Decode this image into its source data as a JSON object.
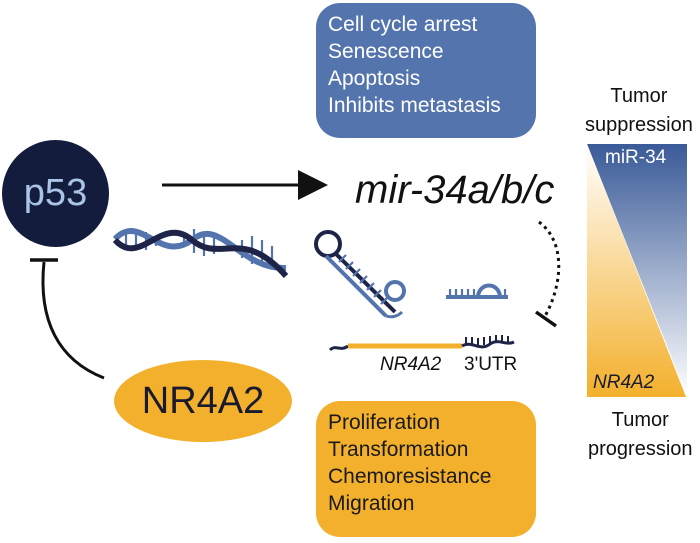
{
  "nodes": {
    "p53": "p53",
    "nr4a2": "NR4A2",
    "mirna": "mir-34a/b/c"
  },
  "suppressive_effects": [
    "Cell cycle arrest",
    "Senescence",
    "Apoptosis",
    "Inhibits metastasis"
  ],
  "oncogenic_effects": [
    "Proliferation",
    "Transformation",
    "Chemoresistance",
    "Migration"
  ],
  "target_mrna": {
    "gene": "NR4A2",
    "region": "3'UTR"
  },
  "gradient": {
    "top_caption": [
      "Tumor",
      "suppression"
    ],
    "bottom_caption": [
      "Tumor",
      "progression"
    ],
    "top_label": "miR-34",
    "bottom_label": "NR4A2"
  },
  "colors": {
    "p53_fill": "#141c3d",
    "p53_text": "#a9c4e6",
    "nr4a2_fill": "#f3b02c",
    "suppression_box": "#5474ad",
    "progression_box": "#f3b02c",
    "mirna_blue": "#5474ad",
    "dark_strand": "#1e2448"
  },
  "icons": [
    "dna-double-helix-icon",
    "pri-mirna-hairpin-icon",
    "mature-mirna-icon",
    "mrna-strand-icon"
  ]
}
